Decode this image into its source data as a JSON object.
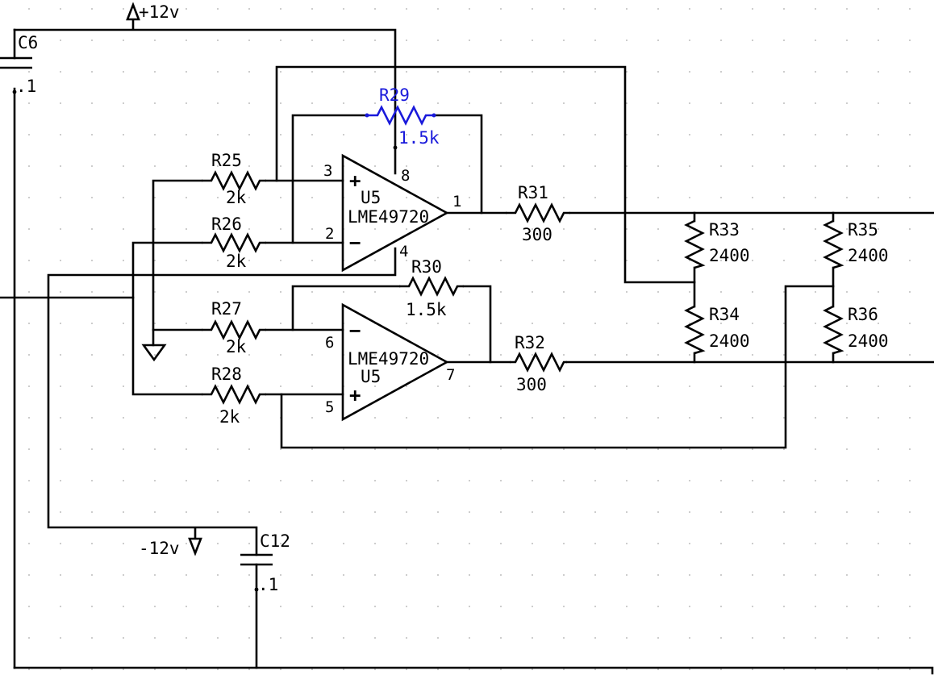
{
  "rails": {
    "positive": "+12v",
    "negative": "-12v"
  },
  "capacitors": [
    {
      "ref": "C6",
      "value": ".1"
    },
    {
      "ref": "C12",
      "value": ".1"
    }
  ],
  "opamp_upper": {
    "ref": "U5",
    "part": "LME49720",
    "pins": {
      "noninv": "3",
      "inv": "2",
      "out": "1",
      "vplus": "8",
      "vminus": "4"
    },
    "plus_sign": "+",
    "minus_sign": "−"
  },
  "opamp_lower": {
    "ref": "U5",
    "part": "LME49720",
    "pins": {
      "inv": "6",
      "noninv": "5",
      "out": "7"
    },
    "plus_sign": "+",
    "minus_sign": "−"
  },
  "resistors": {
    "R25": {
      "ref": "R25",
      "value": "2k"
    },
    "R26": {
      "ref": "R26",
      "value": "2k"
    },
    "R27": {
      "ref": "R27",
      "value": "2k"
    },
    "R28": {
      "ref": "R28",
      "value": "2k"
    },
    "R29": {
      "ref": "R29",
      "value": "1.5k"
    },
    "R30": {
      "ref": "R30",
      "value": "1.5k"
    },
    "R31": {
      "ref": "R31",
      "value": "300"
    },
    "R32": {
      "ref": "R32",
      "value": "300"
    },
    "R33": {
      "ref": "R33",
      "value": "2400"
    },
    "R34": {
      "ref": "R34",
      "value": "2400"
    },
    "R35": {
      "ref": "R35",
      "value": "2400"
    },
    "R36": {
      "ref": "R36",
      "value": "2400"
    }
  },
  "colors": {
    "wire": "#000000",
    "selected": "#1a1adb",
    "grid": "#bdbdbd",
    "background": "#ffffff"
  }
}
